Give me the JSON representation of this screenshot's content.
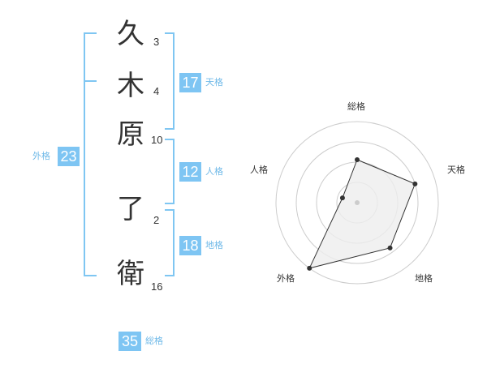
{
  "name": {
    "characters": [
      {
        "char": "久",
        "strokes": "3"
      },
      {
        "char": "木",
        "strokes": "4"
      },
      {
        "char": "原",
        "strokes": "10"
      },
      {
        "char": "了",
        "strokes": "2"
      },
      {
        "char": "衛",
        "strokes": "16"
      }
    ]
  },
  "fortune": {
    "tenkaku": {
      "value": "17",
      "label": "天格"
    },
    "jinkaku": {
      "value": "12",
      "label": "人格"
    },
    "chikaku": {
      "value": "18",
      "label": "地格"
    },
    "gaikaku": {
      "value": "23",
      "label": "外格"
    },
    "soukaku": {
      "value": "35",
      "label": "総格"
    }
  },
  "radar": {
    "axes": [
      "総格",
      "天格",
      "地格",
      "外格",
      "人格"
    ],
    "levels": 4,
    "values": [
      0.53,
      0.75,
      0.69,
      1.0,
      0.19
    ],
    "colors": {
      "fill": "#eeeeee",
      "stroke": "#333333",
      "grid": "#cccccc",
      "point": "#333333",
      "center": "#cccccc"
    }
  },
  "colors": {
    "accent": "#7ec5f3"
  }
}
